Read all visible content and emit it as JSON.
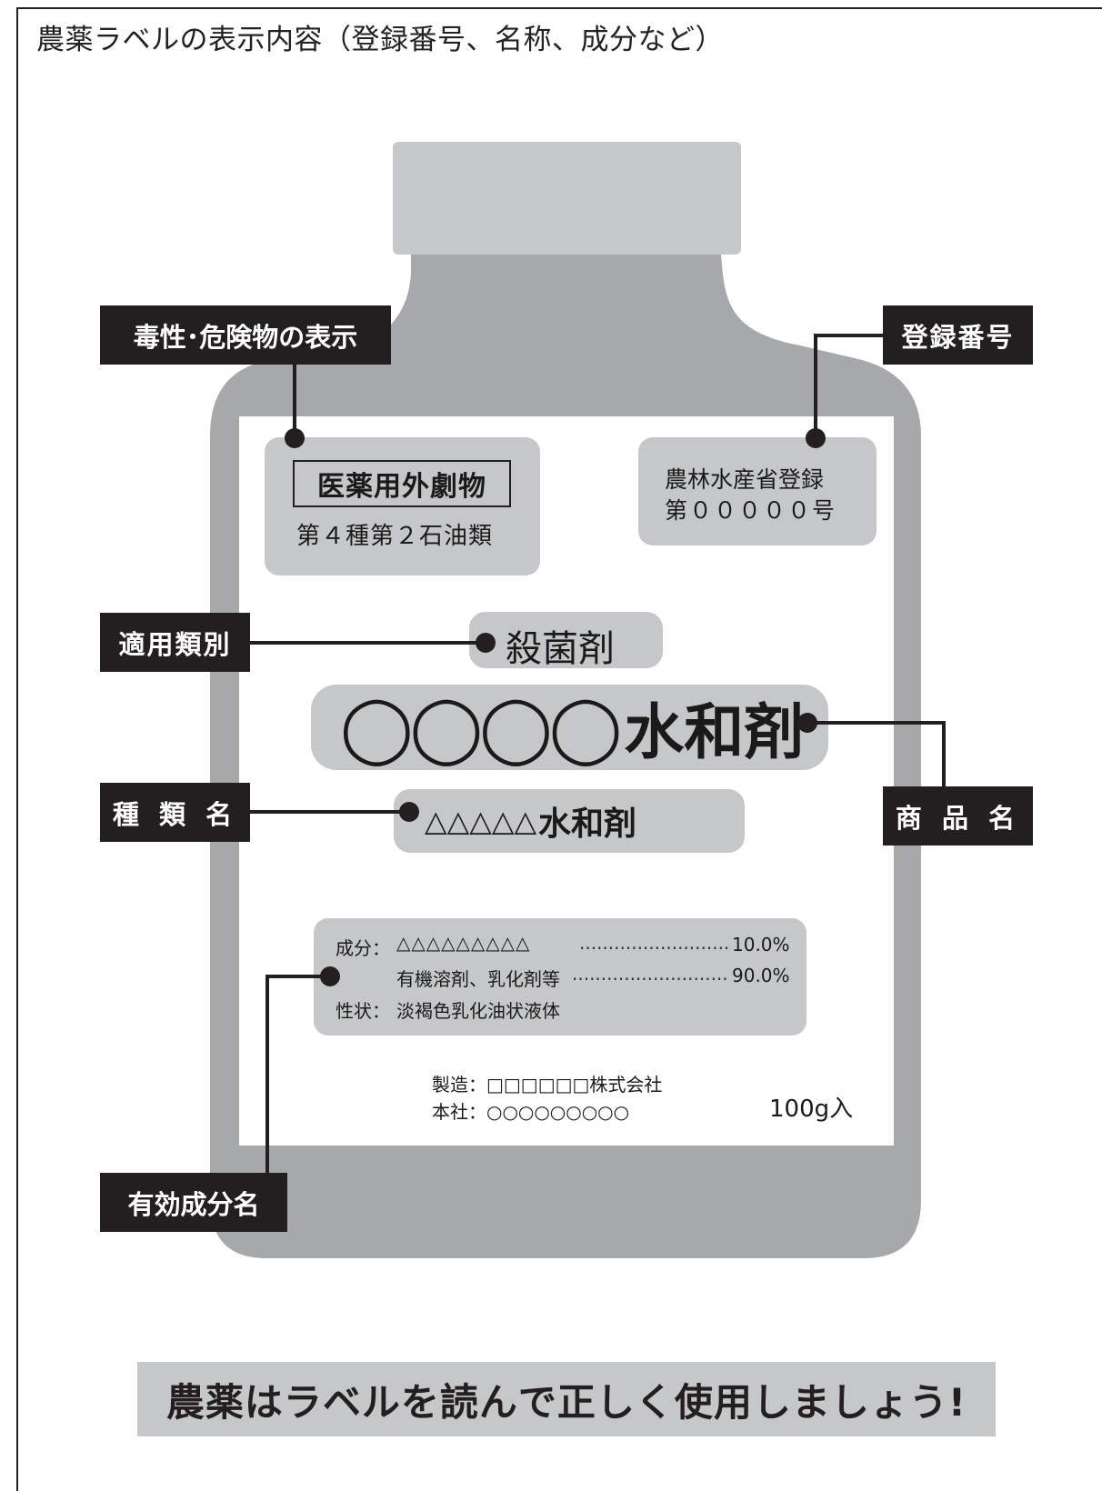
{
  "title": "農薬ラベルの表示内容（登録番号、名称、成分など）",
  "callouts": {
    "toxicity": "毒性･危険物の表示",
    "registration": "登録番号",
    "category": "適用類別",
    "product_name": "商 品 名",
    "type_name": "種 類 名",
    "active_ingredient": "有効成分名"
  },
  "label": {
    "poison": "医薬用外劇物",
    "hazard_class": "第４種第２石油類",
    "registration_line1": "農林水産省登録",
    "registration_line2": "第０００００号",
    "category": "殺菌剤",
    "product_name_circles": "◯◯◯◯",
    "product_name_suffix": "水和剤",
    "type_name_triangles": "△△△△△",
    "type_name_suffix": "水和剤",
    "ingredients": {
      "row1_label": "成分：",
      "row1_name": "△△△△△△△△△",
      "row1_value": "10.0%",
      "row2_name": "有機溶剤、乳化剤等",
      "row2_value": "90.0%",
      "row3_label": "性状：",
      "row3_value": "淡褐色乳化油状液体"
    },
    "maker_line1": "製造：□□□□□□株式会社",
    "maker_line2": "本社：○○○○○○○○○",
    "volume": "100g入"
  },
  "footer": "農薬はラベルを読んで正しく使用しましょう!",
  "colors": {
    "bottle": "#a7a8aa",
    "cap": "#c6c7c9",
    "pill": "#c6c7c9",
    "callout_bg": "#231f20",
    "line": "#231f20"
  }
}
